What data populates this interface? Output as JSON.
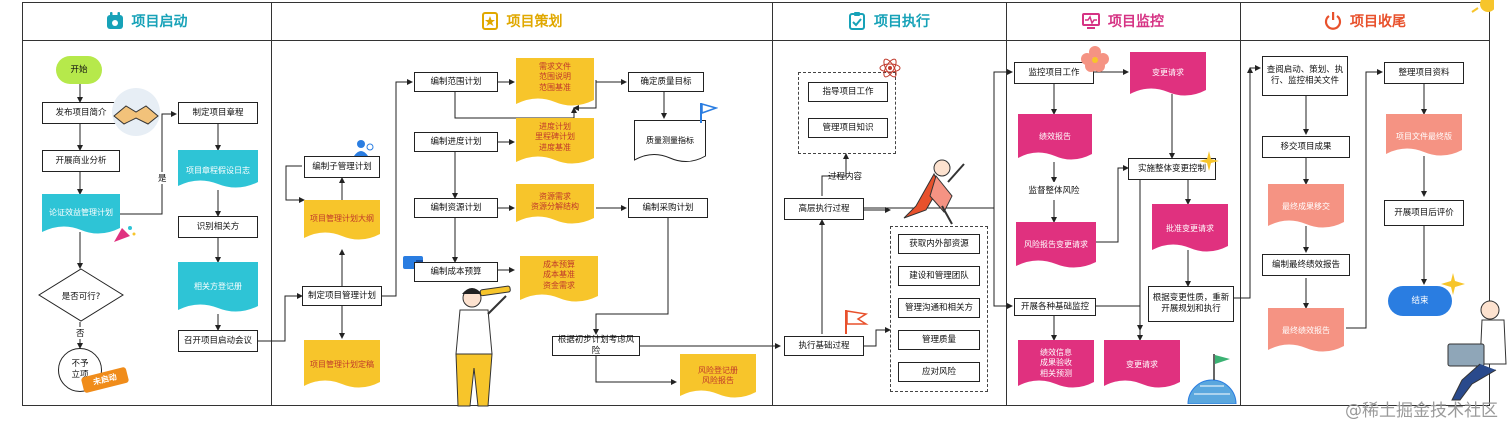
{
  "sections": [
    {
      "title": "项目启动",
      "color": "#17a2b8",
      "icon": "calendar-icon"
    },
    {
      "title": "项目策划",
      "color": "#e0a800",
      "icon": "star-document-icon"
    },
    {
      "title": "项目执行",
      "color": "#17a2b8",
      "icon": "clipboard-check-icon"
    },
    {
      "title": "项目监控",
      "color": "#d63384",
      "icon": "monitor-pulse-icon"
    },
    {
      "title": "项目收尾",
      "color": "#e8512c",
      "icon": "power-icon"
    }
  ],
  "colors": {
    "green": "#a8e23f",
    "cyan": "#2ec4d6",
    "yellow": "#f7c52b",
    "magenta": "#e0317f",
    "salmon": "#f59383",
    "blue": "#2a7de1"
  },
  "nodes": {
    "start": "开始",
    "publish_intro": "发布项目简介",
    "business_analysis": "开展商业分析",
    "demonstrate": "论证效益管理计划",
    "feasible": "是否可行?",
    "no_label": "否",
    "yes_label": "是",
    "not_approved": "不予立项",
    "not_started_stamp": "未启动",
    "charter": "制定项目章程",
    "charter_doc": "项目章程假设日志",
    "identify_stakeholders": "识别相关方",
    "stakeholder_register": "相关方登记册",
    "kickoff": "召开项目启动会议",
    "sub_plans": "编制子管理计划",
    "plan_outline": "项目管理计划大纲",
    "pm_plan": "制定项目管理计划",
    "pm_plan_final": "项目管理计划定稿",
    "scope_plan": "编制范围计划",
    "scope_docs": "需求文件\n范围说明\n范围基准",
    "schedule_plan": "编制进度计划",
    "schedule_docs": "进度计划\n里程碑计划\n进度基准",
    "resource_plan": "编制资源计划",
    "resource_docs": "资源需求\n资源分解结构",
    "cost_plan": "编制成本预算",
    "cost_docs": "成本预算\n成本基准\n资金需求",
    "quality_goal": "确定质量目标",
    "quality_metrics": "质量测量指标",
    "procurement_plan": "编制采购计划",
    "risk_consider": "根据初步计划考虑风险",
    "risk_docs": "风险登记册\n风险报告",
    "guide_work": "指导项目工作",
    "manage_knowledge": "管理项目知识",
    "process_content": "过程内容",
    "high_exec": "高层执行过程",
    "exec_base": "执行基础过程",
    "acquire_resources": "获取内外部资源",
    "build_team": "建设和管理团队",
    "manage_communication": "管理沟通和相关方",
    "manage_quality": "管理质量",
    "handle_risk": "应对风险",
    "monitor_work": "监控项目工作",
    "perf_report": "绩效报告",
    "monitor_risk": "监督整体风险",
    "risk_change": "风险报告变更请求",
    "base_monitor": "开展各种基础监控",
    "perf_info": "绩效信息\n成果验收\n相关预测",
    "change_req_1": "变更请求",
    "integrated_change": "实施整体变更控制",
    "approved_change": "批准变更请求",
    "replan": "根据变更性质，重新开展规划和执行",
    "change_req_2": "变更请求",
    "review_docs": "查阅启动、策划、执行、监控相关文件",
    "handover": "移交项目成果",
    "final_handover": "最终成果移交",
    "final_perf": "编制最终绩效报告",
    "final_perf_report": "最终绩效报告",
    "organize_docs": "整理项目资料",
    "final_docs": "项目文件最终版",
    "post_eval": "开展项目后评价",
    "end": "结束"
  },
  "watermark": "@稀土掘金技术社区"
}
